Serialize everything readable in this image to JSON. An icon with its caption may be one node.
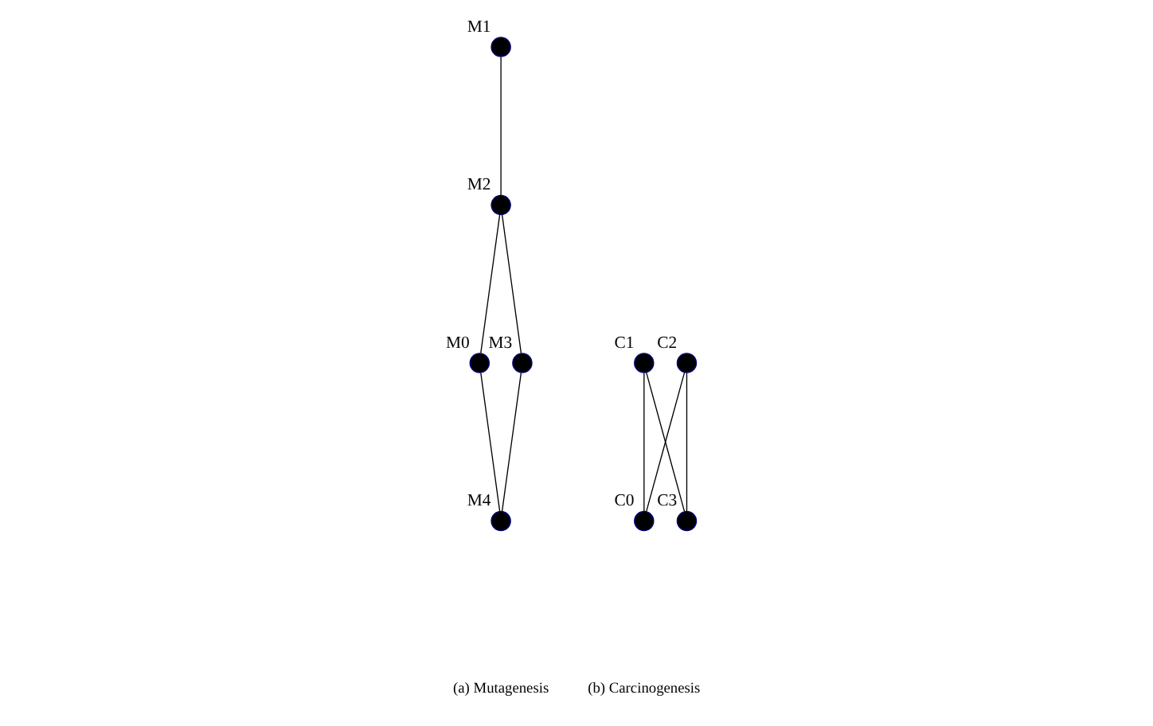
{
  "diagram": {
    "nodes": [
      {
        "text": [],
        "shape": "circle",
        "beside": [
          "M1"
        ]
      },
      {
        "text": [],
        "shape": "circle",
        "beside": [
          "M2"
        ]
      },
      {
        "text": [],
        "shape": "circle",
        "beside": [
          "M0"
        ]
      },
      {
        "text": [],
        "shape": "circle",
        "beside": [
          "M3"
        ]
      },
      {
        "text": [],
        "shape": "circle",
        "beside": [
          "M4"
        ]
      },
      {
        "text": [],
        "shape": "circle",
        "beside": [
          "C1"
        ]
      },
      {
        "text": [],
        "shape": "circle",
        "beside": [
          "C2"
        ]
      },
      {
        "text": [],
        "shape": "circle",
        "beside": [
          "C0"
        ]
      },
      {
        "text": [],
        "shape": "circle",
        "beside": [
          "C3"
        ]
      }
    ],
    "edges": [
      {
        "from": 0,
        "to": 1,
        "arrow": "none"
      },
      {
        "from": 1,
        "to": 2,
        "arrow": "none"
      },
      {
        "from": 1,
        "to": 3,
        "arrow": "none"
      },
      {
        "from": 2,
        "to": 4,
        "arrow": "none"
      },
      {
        "from": 3,
        "to": 4,
        "arrow": "none"
      },
      {
        "from": 5,
        "to": 7,
        "arrow": "none"
      },
      {
        "from": 5,
        "to": 8,
        "arrow": "none"
      },
      {
        "from": 6,
        "to": 7,
        "arrow": "none"
      },
      {
        "from": 6,
        "to": 8,
        "arrow": "none"
      }
    ],
    "labels": [
      "(a) Mutagenesis",
      "(b) Carcinogenesis"
    ]
  }
}
